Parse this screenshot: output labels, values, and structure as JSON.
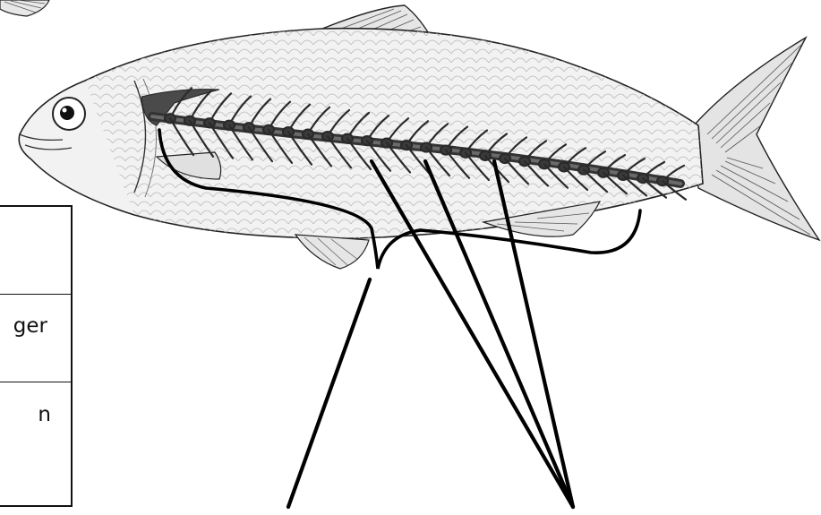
{
  "figure": {
    "subject": "fish-skeleton-diagram"
  },
  "table": {
    "rows": [
      {
        "text": ""
      },
      {
        "text": "ger"
      },
      {
        "text": "n"
      }
    ]
  },
  "colors": {
    "ink": "#111111",
    "fish_fill": "#f2f2f2",
    "bone_fill": "#444444"
  }
}
